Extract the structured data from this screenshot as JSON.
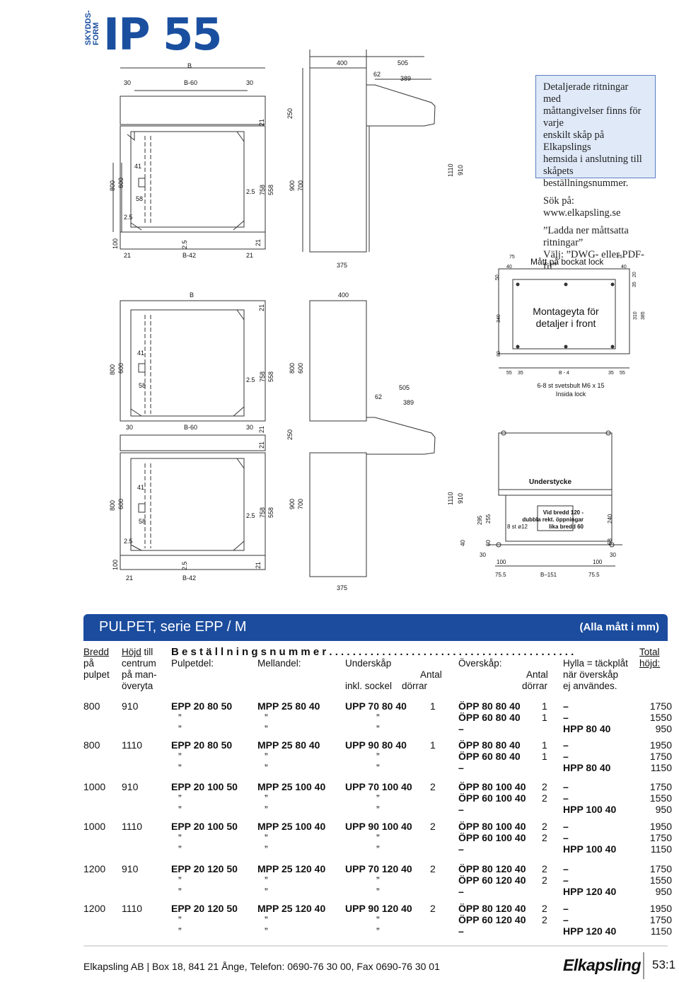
{
  "header": {
    "skyddsform": "SKYDDS-FORM",
    "title": "IP 55"
  },
  "info_box": {
    "lines": [
      "Detaljerade ritningar med",
      "måttangivelser finns för varje",
      "enskilt skåp på Elkapslings",
      "hemsida i anslutning till",
      "skåpets beställningsnummer."
    ],
    "search": "Sök på: www.elkapsling.se",
    "download": "”Ladda ner måttsatta ritningar”",
    "choose": "Välj: ”DWG- eller PDF-fil”"
  },
  "drawing1": {
    "B": "B",
    "B60": "B-60",
    "B42": "B-42",
    "d30a": "30",
    "d30b": "30",
    "d21a": "21",
    "d21b": "21",
    "d21c": "21",
    "d21d": "21",
    "d800": "800",
    "d600": "600",
    "d41": "41",
    "d58": "58",
    "d25a": "2.5",
    "d25b": "2.5",
    "d25c": "2.5",
    "d758": "758",
    "d558": "558",
    "d100": "100",
    "d250": "250",
    "d900": "900",
    "d700": "700",
    "d375": "375",
    "d400": "400",
    "d505": "505",
    "d62": "62",
    "d389": "389",
    "d1110": "1110",
    "d910": "910"
  },
  "lid": {
    "title": "Mått på bockat lock",
    "t75a": "75",
    "t75b": "75",
    "t40a": "40",
    "t40b": "40",
    "t50": "50",
    "t35": "35",
    "t20": "20",
    "caption1": "Montageyta för",
    "caption2": "detaljer i front",
    "l340": "340",
    "l310": "310",
    "l385": "385",
    "l80": "80",
    "b55a": "55",
    "b35a": "35",
    "bB4": "B - 4",
    "b35b": "35",
    "b55b": "55",
    "note1": "6-8 st svetsbult M6 x 15",
    "note2": "Insida lock"
  },
  "drawing2": {
    "B": "B",
    "d21": "21",
    "d800": "800",
    "d600": "600",
    "d41": "41",
    "d58": "58",
    "d25": "2.5",
    "d758": "758",
    "d558": "558",
    "d400": "400",
    "d800b": "800",
    "d600b": "600",
    "d505": "505",
    "d62": "62",
    "d389": "389"
  },
  "drawing3": {
    "B60": "B-60",
    "d30a": "30",
    "d30b": "30",
    "d21a": "21",
    "d21b": "21",
    "d21c": "21",
    "d21d": "21",
    "d250": "250",
    "d800": "800",
    "d600": "600",
    "d41": "41",
    "d58": "58",
    "d25a": "2.5",
    "d25b": "2.5",
    "d25c": "2.5",
    "d758": "758",
    "d558": "558",
    "d900": "900",
    "d700": "700",
    "d1110": "1110",
    "d910": "910",
    "d100": "100",
    "B42": "B-42",
    "d375": "375"
  },
  "understycke": {
    "title": "Understycke",
    "note1": "Vid bredd 120 -",
    "note2": "dubbla rekt. öppningar",
    "note3": "lika bredd 60",
    "holes": "8 st ø12",
    "d295": "295",
    "d255": "255",
    "d240": "240",
    "d40": "40",
    "d60": "60",
    "d68": "68",
    "d30a": "30",
    "d100a": "100",
    "d100b": "100",
    "d30b": "30",
    "d755a": "75.5",
    "B151": "B–151",
    "d755b": "75.5"
  },
  "section": {
    "title": "PULPET, serie EPP / M",
    "units": "(Alla mått i mm)"
  },
  "table_header": {
    "bredd": "Bredd",
    "pa": "på",
    "pulpet": "pulpet",
    "hojd": "Höjd",
    "till": "till",
    "centrum": "centrum",
    "paman": "på man-",
    "overyta": "överyta",
    "bestallning": "B e s t ä l l n i n g s n u m m e r . . . . . . . . . . . . . . . . . . . . . . . . . . . . . . . . . . . . . . . . . .",
    "pulpetdel": "Pulpetdel:",
    "mellandel": "Mellandel:",
    "underskap": "Underskåp",
    "antal1": "Antal",
    "inkl": "inkl. sockel",
    "dorrar1": "dörrar",
    "overskap": "Överskåp:",
    "antal2": "Antal",
    "dorrar2": "dörrar",
    "hylla1": "Hylla = täckplåt",
    "hylla2": "när överskåp",
    "hylla3": "ej användes.",
    "total": "Total",
    "hojd2": "höjd:"
  },
  "groups": [
    {
      "bredd": "800",
      "hojd": "910",
      "pulpet": "EPP 20 80 50",
      "mellan": "MPP 25 80 40",
      "under": "UPP 70 80 40",
      "under_n": "1",
      "over": [
        "ÖPP 80 80 40",
        "ÖPP 60 80 40",
        "–"
      ],
      "over_n": [
        "1",
        "1",
        ""
      ],
      "hylla": [
        "–",
        "–",
        "HPP 80 40"
      ],
      "total": [
        "1750",
        "1550",
        "950"
      ]
    },
    {
      "bredd": "800",
      "hojd": "1110",
      "pulpet": "EPP 20 80 50",
      "mellan": "MPP 25 80 40",
      "under": "UPP 90 80 40",
      "under_n": "1",
      "over": [
        "ÖPP 80 80 40",
        "ÖPP 60 80 40",
        "–"
      ],
      "over_n": [
        "1",
        "1",
        ""
      ],
      "hylla": [
        "–",
        "–",
        "HPP 80 40"
      ],
      "total": [
        "1950",
        "1750",
        "1150"
      ]
    },
    {
      "bredd": "1000",
      "hojd": "910",
      "pulpet": "EPP 20 100 50",
      "mellan": "MPP 25 100 40",
      "under": "UPP 70 100 40",
      "under_n": "2",
      "over": [
        "ÖPP 80 100 40",
        "ÖPP 60 100 40",
        "–"
      ],
      "over_n": [
        "2",
        "2",
        ""
      ],
      "hylla": [
        "–",
        "–",
        "HPP 100 40"
      ],
      "total": [
        "1750",
        "1550",
        "950"
      ]
    },
    {
      "bredd": "1000",
      "hojd": "1110",
      "pulpet": "EPP 20 100 50",
      "mellan": "MPP 25 100 40",
      "under": "UPP 90 100 40",
      "under_n": "2",
      "over": [
        "ÖPP 80 100 40",
        "ÖPP 60 100 40",
        "–"
      ],
      "over_n": [
        "2",
        "2",
        ""
      ],
      "hylla": [
        "–",
        "–",
        "HPP 100 40"
      ],
      "total": [
        "1950",
        "1750",
        "1150"
      ]
    },
    {
      "bredd": "1200",
      "hojd": "910",
      "pulpet": "EPP 20 120 50",
      "mellan": "MPP 25 120 40",
      "under": "UPP 70 120 40",
      "under_n": "2",
      "over": [
        "ÖPP 80 120 40",
        "ÖPP 60 120 40",
        "–"
      ],
      "over_n": [
        "2",
        "2",
        ""
      ],
      "hylla": [
        "–",
        "–",
        "HPP 120 40"
      ],
      "total": [
        "1750",
        "1550",
        "950"
      ]
    },
    {
      "bredd": "1200",
      "hojd": "1110",
      "pulpet": "EPP 20 120 50",
      "mellan": "MPP 25 120 40",
      "under": "UPP 90 120 40",
      "under_n": "2",
      "over": [
        "ÖPP 80 120 40",
        "ÖPP 60 120 40",
        "–"
      ],
      "over_n": [
        "2",
        "2",
        ""
      ],
      "hylla": [
        "–",
        "–",
        "HPP 120 40"
      ],
      "total": [
        "1950",
        "1750",
        "1150"
      ]
    }
  ],
  "ditto": "”",
  "footer": {
    "address": "Elkapsling AB | Box 18, 841 21 Ånge, Telefon: 0690-76 30 00, Fax 0690-76 30 01",
    "brand": "Elkapsling",
    "page": "53:1"
  }
}
